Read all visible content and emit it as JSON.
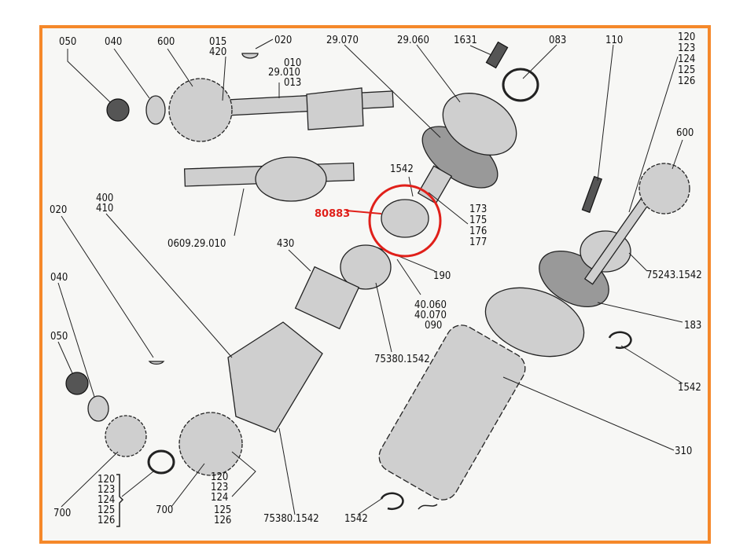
{
  "diagram": {
    "accent_border_color": "#f5882a",
    "callout_color": "#e0201a",
    "callout": {
      "label": "80883"
    },
    "labels": [
      {
        "id": "l1",
        "text": "050"
      },
      {
        "id": "l2",
        "text": "040"
      },
      {
        "id": "l3",
        "text": "600"
      },
      {
        "id": "l4",
        "text": "015"
      },
      {
        "id": "l5",
        "text": "420"
      },
      {
        "id": "l6",
        "text": "020"
      },
      {
        "id": "l7",
        "text": "010"
      },
      {
        "id": "l8",
        "text": "29.010"
      },
      {
        "id": "l9",
        "text": "013"
      },
      {
        "id": "l10",
        "text": "29.070"
      },
      {
        "id": "l11",
        "text": "29.060"
      },
      {
        "id": "l12",
        "text": "1631"
      },
      {
        "id": "l13",
        "text": "083"
      },
      {
        "id": "l14",
        "text": "110"
      },
      {
        "id": "l15",
        "text": "120"
      },
      {
        "id": "l16",
        "text": "123"
      },
      {
        "id": "l17",
        "text": "124"
      },
      {
        "id": "l18",
        "text": "125"
      },
      {
        "id": "l19",
        "text": "126"
      },
      {
        "id": "l20",
        "text": "600"
      },
      {
        "id": "l21",
        "text": "1542"
      },
      {
        "id": "l22",
        "text": "173"
      },
      {
        "id": "l23",
        "text": "175"
      },
      {
        "id": "l24",
        "text": "176"
      },
      {
        "id": "l25",
        "text": "177"
      },
      {
        "id": "l26",
        "text": "0609.29.010"
      },
      {
        "id": "l27",
        "text": "400"
      },
      {
        "id": "l28",
        "text": "410"
      },
      {
        "id": "l29",
        "text": "020"
      },
      {
        "id": "l30",
        "text": "430"
      },
      {
        "id": "l31",
        "text": "190"
      },
      {
        "id": "l32",
        "text": "40.060"
      },
      {
        "id": "l33",
        "text": "40.070"
      },
      {
        "id": "l34",
        "text": "090"
      },
      {
        "id": "l35",
        "text": "75243.1542"
      },
      {
        "id": "l36",
        "text": "040"
      },
      {
        "id": "l37",
        "text": "183"
      },
      {
        "id": "l38",
        "text": "050"
      },
      {
        "id": "l39",
        "text": "75380.1542"
      },
      {
        "id": "l40",
        "text": "1542"
      },
      {
        "id": "l41",
        "text": "310"
      },
      {
        "id": "l42",
        "text": "120"
      },
      {
        "id": "l43",
        "text": "123"
      },
      {
        "id": "l44",
        "text": "124"
      },
      {
        "id": "l45",
        "text": "125"
      },
      {
        "id": "l46",
        "text": "126"
      },
      {
        "id": "l47",
        "text": "700"
      },
      {
        "id": "l48",
        "text": "700"
      },
      {
        "id": "l49",
        "text": "120"
      },
      {
        "id": "l50",
        "text": "123"
      },
      {
        "id": "l51",
        "text": "124"
      },
      {
        "id": "l52",
        "text": "125"
      },
      {
        "id": "l53",
        "text": "126"
      },
      {
        "id": "l54",
        "text": "75380.1542"
      },
      {
        "id": "l55",
        "text": "1542"
      }
    ]
  }
}
